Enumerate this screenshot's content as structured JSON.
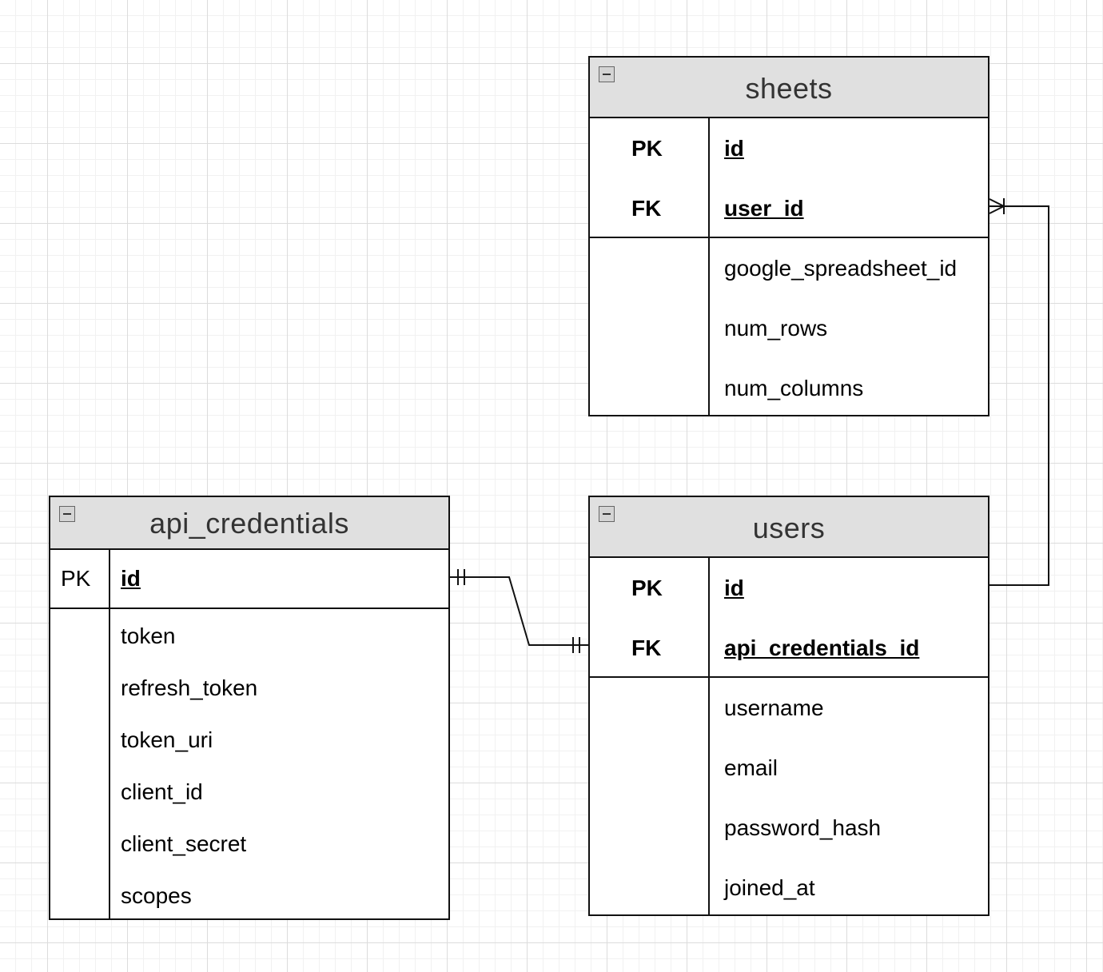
{
  "entities": {
    "sheets": {
      "title": "sheets",
      "keys": [
        {
          "type": "PK",
          "name": "id"
        },
        {
          "type": "FK",
          "name": "user_id"
        }
      ],
      "fields": [
        "google_spreadsheet_id",
        "num_rows",
        "num_columns"
      ]
    },
    "api_credentials": {
      "title": "api_credentials",
      "keys": [
        {
          "type": "PK",
          "name": "id"
        }
      ],
      "fields": [
        "token",
        "refresh_token",
        "token_uri",
        "client_id",
        "client_secret",
        "scopes"
      ]
    },
    "users": {
      "title": "users",
      "keys": [
        {
          "type": "PK",
          "name": "id"
        },
        {
          "type": "FK",
          "name": "api_credentials_id"
        }
      ],
      "fields": [
        "username",
        "email",
        "password_hash",
        "joined_at"
      ]
    }
  },
  "relationships": [
    {
      "from": "api_credentials.id",
      "to": "users.api_credentials_id",
      "from_cardinality": "one-and-only-one",
      "to_cardinality": "one-and-only-one"
    },
    {
      "from": "users.id",
      "to": "sheets.user_id",
      "from_cardinality": "one",
      "to_cardinality": "one-or-many"
    }
  ],
  "colors": {
    "header_fill": "#e0e0e0",
    "border": "#111111",
    "grid_major": "#dcdcdc",
    "grid_minor": "#f1f1f1"
  }
}
